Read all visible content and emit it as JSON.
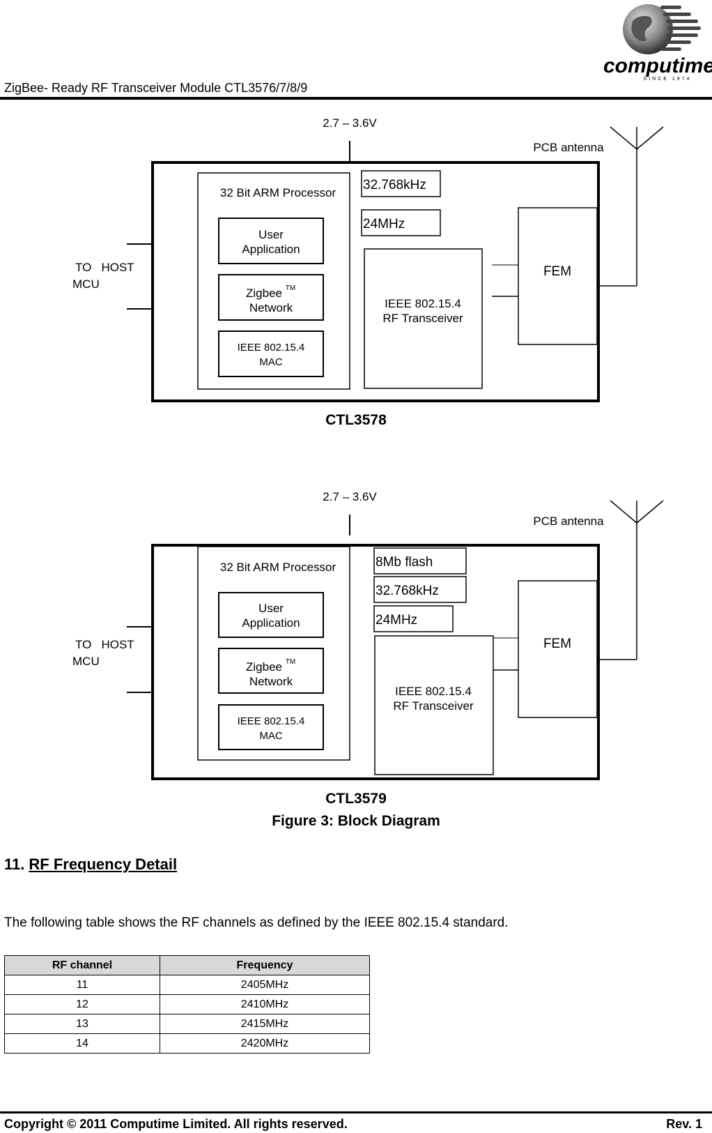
{
  "header": {
    "title": "ZigBee- Ready RF Transceiver Module CTL3576/7/8/9",
    "logo_text": "computime",
    "logo_tagline": "SINCE 1974"
  },
  "diagram1": {
    "voltage": "2.7 – 3.6V",
    "antenna": "PCB antenna",
    "processor": "32 Bit ARM Processor",
    "user_app_line1": "User",
    "user_app_line2": "Application",
    "zigbee": "Zigbee",
    "zigbee_tm": "TM",
    "network": "Network",
    "mac_line1": "IEEE 802.15.4",
    "mac_line2": "MAC",
    "crystal_32k": "32.768kHz",
    "crystal_24m": "24MHz",
    "rf_line1": "IEEE 802.15.4",
    "rf_line2": "RF Transceiver",
    "fem": "FEM",
    "host_line1": "TO   HOST",
    "host_line2": "MCU",
    "caption": "CTL3578"
  },
  "diagram2": {
    "voltage": "2.7 – 3.6V",
    "antenna": "PCB antenna",
    "processor": "32 Bit ARM Processor",
    "user_app_line1": "User",
    "user_app_line2": "Application",
    "zigbee": "Zigbee",
    "zigbee_tm": "TM",
    "network": "Network",
    "mac_line1": "IEEE 802.15.4",
    "mac_line2": "MAC",
    "flash": "8Mb flash",
    "crystal_32k": "32.768kHz",
    "crystal_24m": "24MHz",
    "rf_line1": "IEEE 802.15.4",
    "rf_line2": "RF Transceiver",
    "fem": "FEM",
    "host_line1": "TO   HOST",
    "host_line2": "MCU",
    "caption": "CTL3579"
  },
  "figure_caption": "Figure 3: Block Diagram",
  "section": {
    "number": "11.",
    "title": "RF Frequency Detail",
    "paragraph": "The following table shows the RF channels as defined by the IEEE 802.15.4 standard."
  },
  "table": {
    "headers": [
      "RF channel",
      "Frequency"
    ],
    "rows": [
      [
        "11",
        "2405MHz"
      ],
      [
        "12",
        "2410MHz"
      ],
      [
        "13",
        "2415MHz"
      ],
      [
        "14",
        "2420MHz"
      ]
    ]
  },
  "footer": {
    "copyright": "Copyright © 2011 Computime Limited. All rights reserved.",
    "revision": "Rev. 1"
  }
}
